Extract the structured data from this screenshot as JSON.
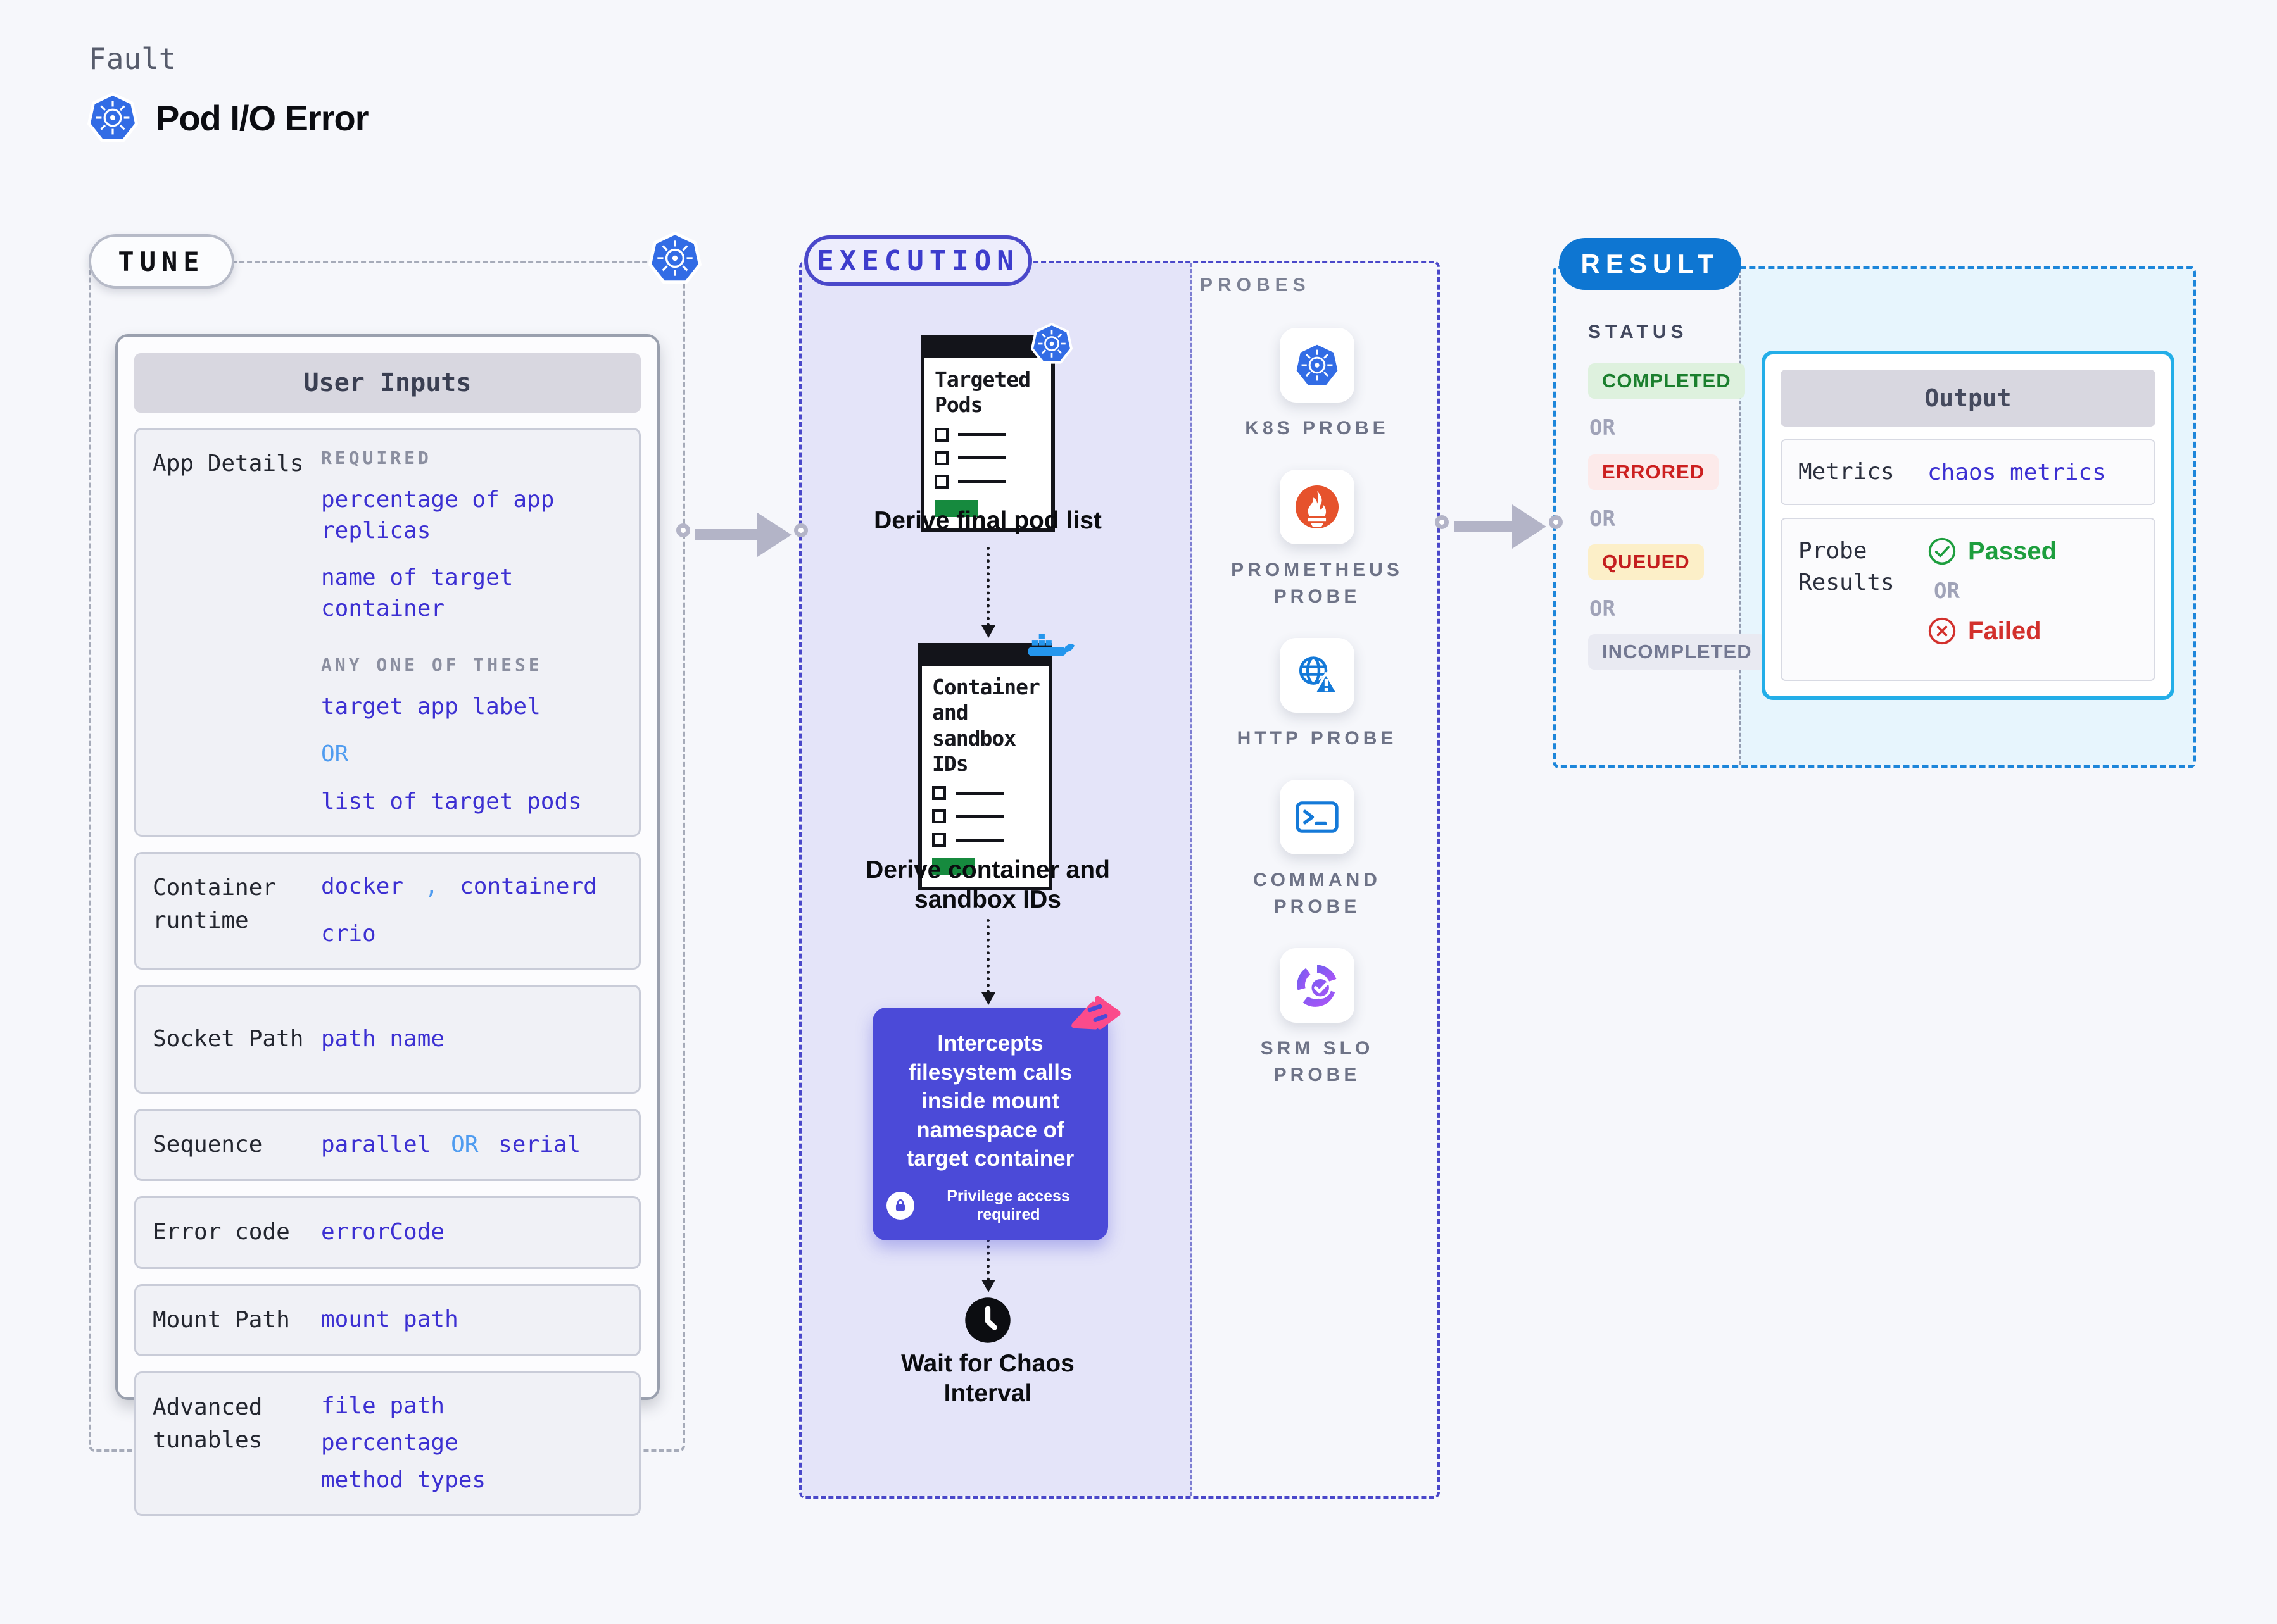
{
  "header": {
    "kicker": "Fault",
    "title": "Pod I/O Error"
  },
  "tune": {
    "label": "TUNE",
    "card_title": "User Inputs",
    "app_details": {
      "label": "App Details",
      "required_heading": "REQUIRED",
      "required_item_1": "percentage of app replicas",
      "required_item_2": "name of target container",
      "any_heading": "ANY ONE OF THESE",
      "any_item_1": "target app label",
      "or": "OR",
      "any_item_2": "list of target pods"
    },
    "container_runtime": {
      "label": "Container runtime",
      "value_1": "docker",
      "separator": ",",
      "value_2": "containerd",
      "value_3": "crio"
    },
    "socket_path": {
      "label": "Socket Path",
      "value": "path name"
    },
    "sequence": {
      "label": "Sequence",
      "value_1": "parallel",
      "or": "OR",
      "value_2": "serial"
    },
    "error_code": {
      "label": "Error code",
      "value": "errorCode"
    },
    "mount_path": {
      "label": "Mount Path",
      "value": "mount path"
    },
    "advanced_tunables": {
      "label": "Advanced tunables",
      "value_1": "file path",
      "value_2": "percentage",
      "value_3": "method types"
    }
  },
  "execution": {
    "label": "EXECUTION",
    "step_1": {
      "doc_title": "Targeted Pods",
      "caption": "Derive final pod list"
    },
    "step_2": {
      "doc_title": "Container and sandbox IDs",
      "caption": "Derive container and sandbox IDs"
    },
    "step_3": {
      "text": "Intercepts filesystem calls inside mount namespace of target container",
      "note": "Privilege access required"
    },
    "step_4": {
      "caption": "Wait for Chaos Interval"
    }
  },
  "probes": {
    "label": "PROBES",
    "item_1": "K8S PROBE",
    "item_2": "PROMETHEUS PROBE",
    "item_3": "HTTP PROBE",
    "item_4": "COMMAND PROBE",
    "item_5": "SRM SLO PROBE"
  },
  "result": {
    "label": "RESULT",
    "status_heading": "STATUS",
    "status_1": "COMPLETED",
    "status_2": "ERRORED",
    "status_3": "QUEUED",
    "status_4": "INCOMPLETED",
    "or": "OR",
    "output": {
      "title": "Output",
      "metrics_label": "Metrics",
      "metrics_value": "chaos metrics",
      "probe_results_label": "Probe Results",
      "passed": "Passed",
      "or": "OR",
      "failed": "Failed"
    }
  },
  "icons": {
    "fault_logo": "kubernetes-icon",
    "step_1_badge": "kubernetes-icon",
    "step_2_badge": "docker-icon",
    "step_3_badge": "chaos-ribbon-icon",
    "step_3_note": "lock-icon",
    "step_4": "clock-icon",
    "probe_1": "kubernetes-icon",
    "probe_2": "prometheus-icon",
    "probe_3": "globe-warning-icon",
    "probe_4": "terminal-icon",
    "probe_5": "slo-donut-check-icon",
    "passed": "check-circle-icon",
    "failed": "x-circle-icon"
  },
  "colors": {
    "value_indigo": "#3c30d2",
    "or_light_blue": "#4f9cf0",
    "execution_border": "#4a48ca",
    "execution_bg": "#e4e4f9",
    "result_border": "#1d86da",
    "result_pill_bg": "#0e76d2",
    "output_border": "#23aee8",
    "result_panel_bg": "#e7f5fd",
    "intercept_bg": "#4b4ad8",
    "kubernetes_blue": "#326ce5",
    "docker_blue": "#2496ed",
    "prometheus_orange": "#e6522c",
    "ribbon_pink": "#fb4b8b",
    "completed_green": "#1b7f2e",
    "errored_red": "#cc2020",
    "queued_bg": "#fcefc8",
    "passed_green": "#1d9e3e",
    "failed_red": "#d2302c",
    "green_bar": "#168a3e"
  }
}
